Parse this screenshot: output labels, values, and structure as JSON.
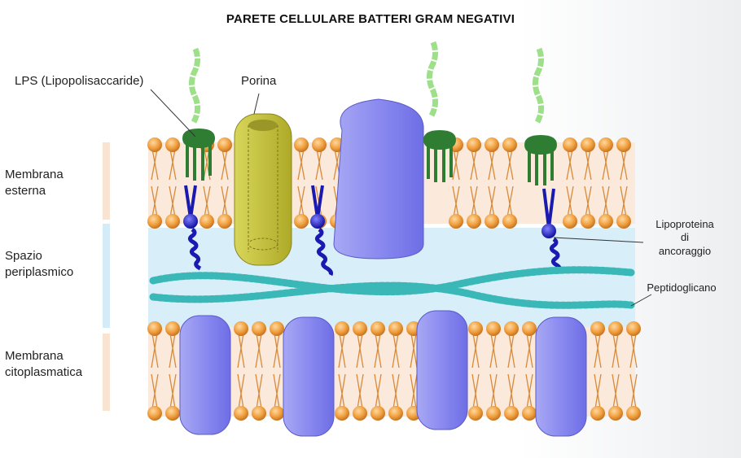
{
  "title": "PARETE CELLULARE BATTERI GRAM NEGATIVI",
  "labels": {
    "lps": "LPS (Lipopolisaccaride)",
    "porina": "Porina",
    "membrana_esterna_1": "Membrana",
    "membrana_esterna_2": "esterna",
    "spazio_1": "Spazio",
    "spazio_2": "periplasmico",
    "membrana_cito_1": "Membrana",
    "membrana_cito_2": "citoplasmatica",
    "lipoproteina_1": "Lipoproteina",
    "lipoproteina_2": "di",
    "lipoproteina_3": "ancoraggio",
    "peptidoglicano": "Peptidoglicano"
  },
  "colors": {
    "lipid_head": "#f0a040",
    "membrane_bg": "#fbe9d8",
    "periplasm": "#d8eef8",
    "protein": "#8a8af0",
    "porin": "#c8c438",
    "lps_core": "#2e7d32",
    "lps_chain": "#9ee08a",
    "lipoprotein": "#1a1ab0",
    "peptidoglycan": "#3ab8b8"
  }
}
